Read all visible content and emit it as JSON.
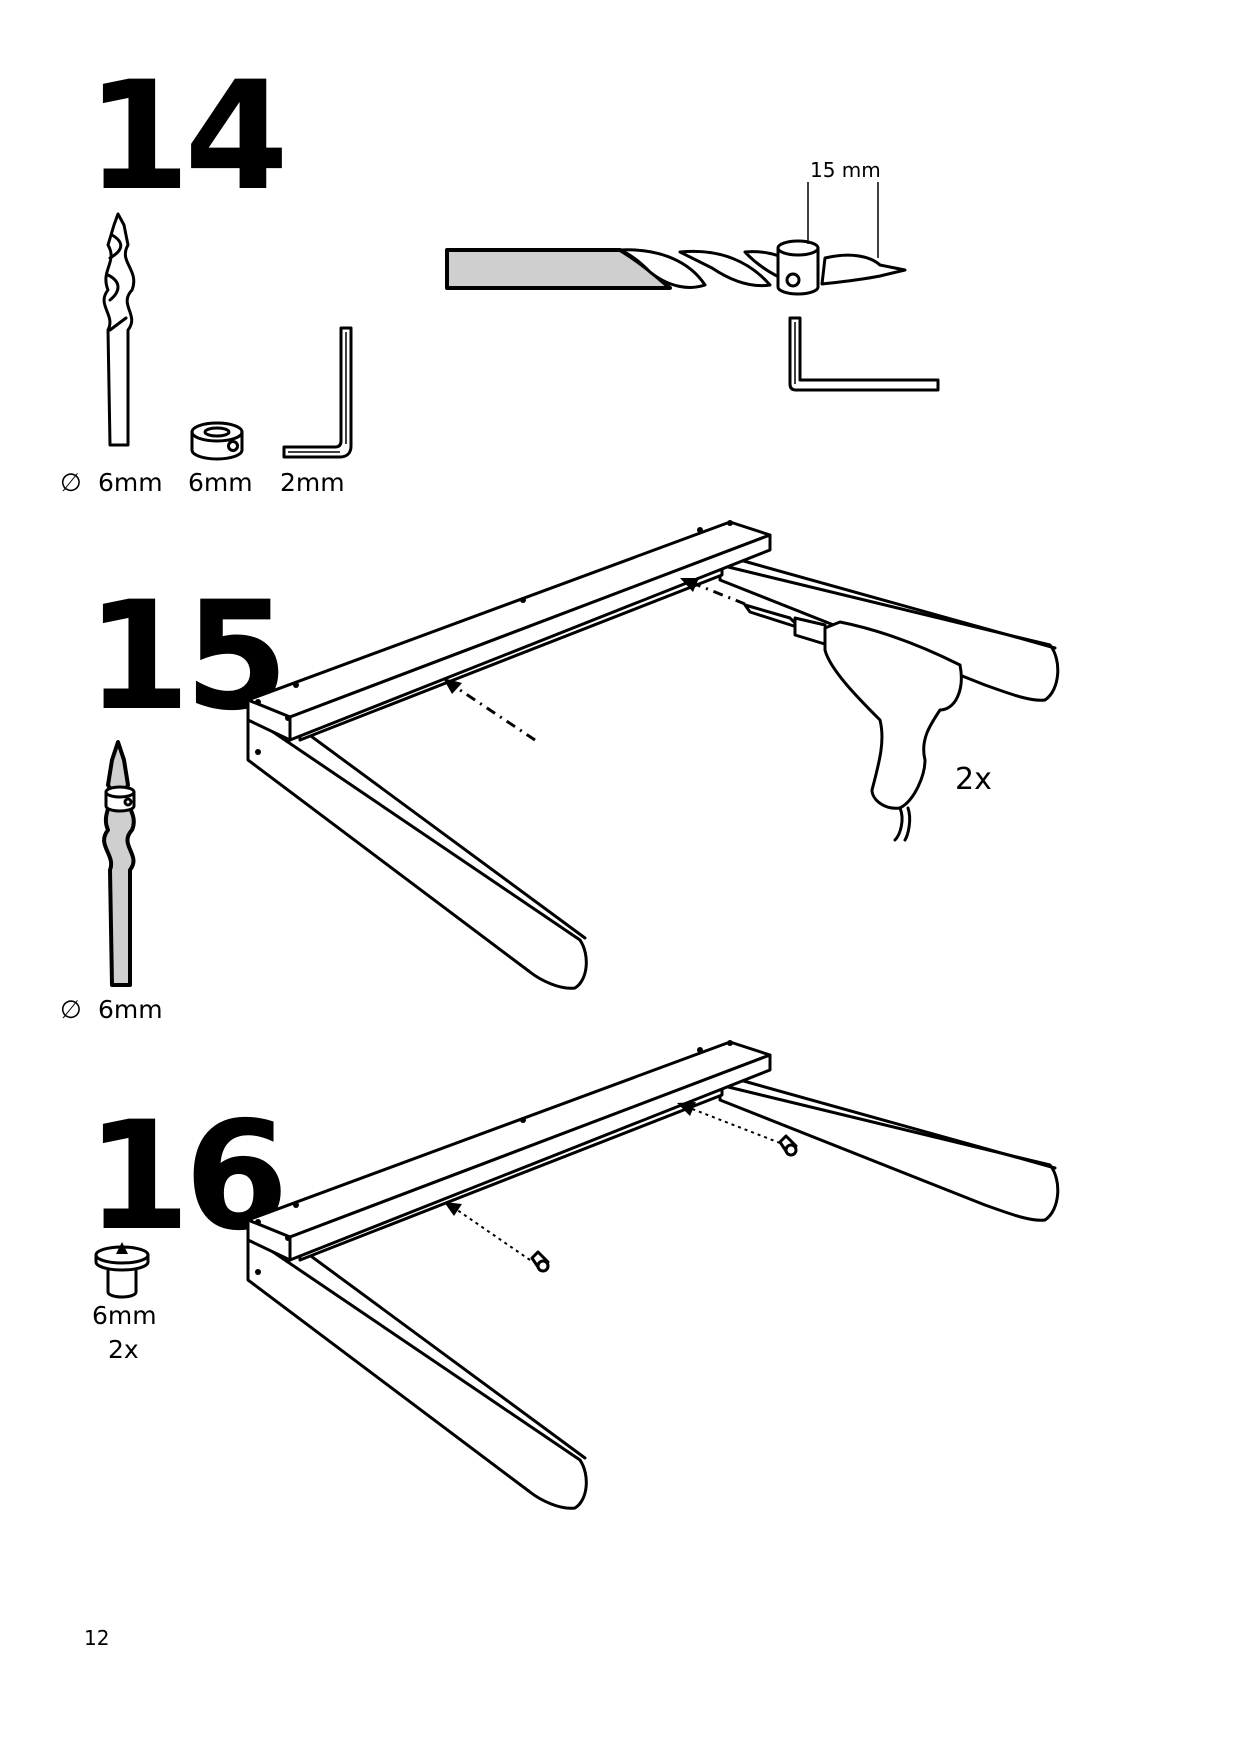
{
  "steps": [
    {
      "number": "14",
      "tools": [
        {
          "icon": "drill-bit-icon",
          "label": "6mm",
          "diameter_symbol": "∅"
        },
        {
          "icon": "depth-stop-collar-icon",
          "label": "6mm"
        },
        {
          "icon": "allen-key-icon",
          "label": "2mm"
        }
      ],
      "detail": {
        "measurement": "15 mm"
      }
    },
    {
      "number": "15",
      "tools": [
        {
          "icon": "drill-bit-with-collar-icon",
          "label": "6mm",
          "diameter_symbol": "∅"
        }
      ],
      "quantity": "2x"
    },
    {
      "number": "16",
      "tools": [
        {
          "icon": "dowel-marker-icon",
          "label": "6mm",
          "quantity": "2x"
        }
      ]
    }
  ],
  "page_number": "12",
  "colors": {
    "ink": "#000000",
    "fill_gray": "#cfcfcf",
    "paper": "#ffffff"
  }
}
